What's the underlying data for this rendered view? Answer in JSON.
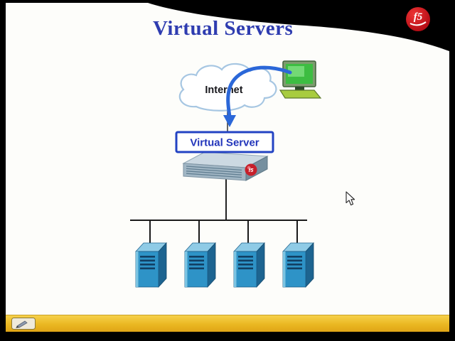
{
  "slide": {
    "title": "Virtual Servers"
  },
  "brand": {
    "logo_text": "f5"
  },
  "diagram": {
    "internet_label": "Internet",
    "virtual_server_label": "Virtual Server",
    "appliance_badge": "f5",
    "server_count": 4
  },
  "colors": {
    "title_blue": "#2e3cb0",
    "virtual_server_border": "#2343c3",
    "arrow_blue": "#2b67d8",
    "server_tower_front": "#2e93c7",
    "server_tower_side": "#1d6490",
    "cloud_outline": "#a6c6e2",
    "bottom_bar_gold": "#eab822",
    "logo_red": "#b60d16"
  }
}
